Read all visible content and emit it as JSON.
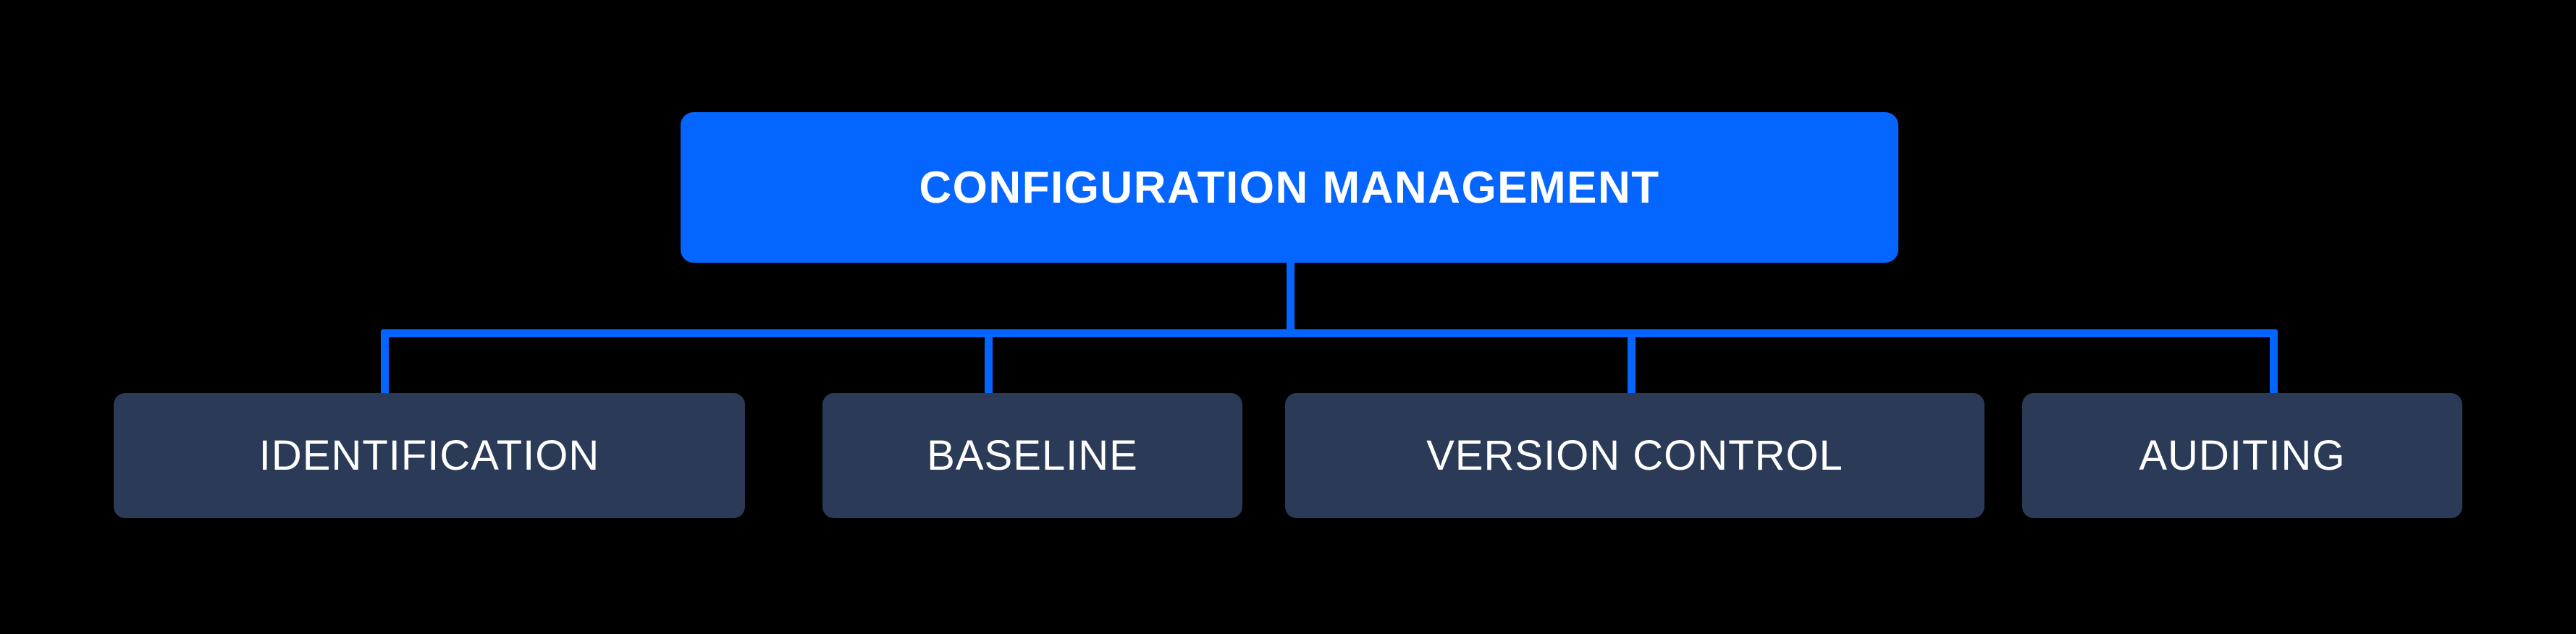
{
  "diagram": {
    "type": "hierarchy-tree",
    "background_color": "#000000",
    "accent_color": "#0566FF",
    "node_color": "#2A3A57",
    "text_color": "#FFFFFF",
    "root": {
      "label": "CONFIGURATION MANAGEMENT"
    },
    "children": [
      {
        "label": "IDENTIFICATION"
      },
      {
        "label": "BASELINE"
      },
      {
        "label": "VERSION CONTROL"
      },
      {
        "label": "AUDITING"
      }
    ]
  }
}
